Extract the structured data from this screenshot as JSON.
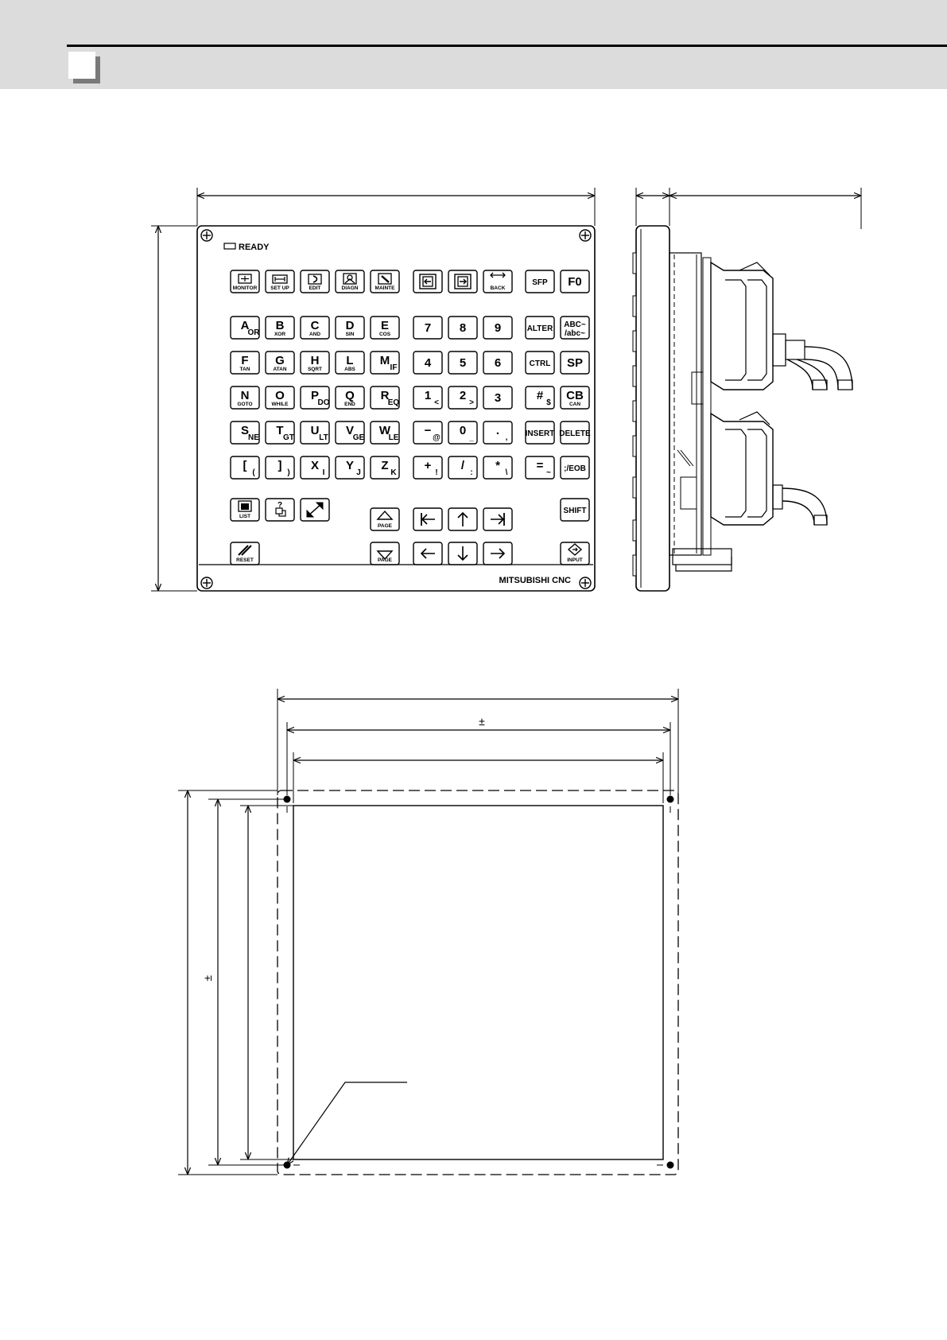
{
  "panel": {
    "ready_label": "READY",
    "brand": "MITSUBISHI CNC"
  },
  "tolerance_symbol": "±",
  "keys": [
    {
      "id": "monitor",
      "main": "",
      "sub": "MONITOR",
      "icon": "monitor-icon"
    },
    {
      "id": "setup",
      "main": "",
      "sub": "SET UP",
      "icon": "setup-icon"
    },
    {
      "id": "edit",
      "main": "",
      "sub": "EDIT",
      "icon": "edit-icon"
    },
    {
      "id": "diagn",
      "main": "",
      "sub": "DIAGN",
      "icon": "diagnosis-icon"
    },
    {
      "id": "mainte",
      "main": "",
      "sub": "MAINTE",
      "icon": "wrench-icon"
    },
    {
      "id": "window-left",
      "main": "",
      "sub": "",
      "icon": "window-left-icon"
    },
    {
      "id": "window-right",
      "main": "",
      "sub": "",
      "icon": "window-right-icon"
    },
    {
      "id": "back",
      "main": "",
      "sub": "BACK",
      "icon": "back-arrows-icon"
    },
    {
      "id": "sfp",
      "main": "SFP",
      "sub": ""
    },
    {
      "id": "f0",
      "main": "F0",
      "sub": ""
    },
    {
      "id": "a",
      "main": "A",
      "sub": "OR"
    },
    {
      "id": "b",
      "main": "B",
      "sub": "XOR"
    },
    {
      "id": "c",
      "main": "C",
      "sub": "AND"
    },
    {
      "id": "d",
      "main": "D",
      "sub": "SIN"
    },
    {
      "id": "e",
      "main": "E",
      "sub": "COS"
    },
    {
      "id": "7",
      "main": "7",
      "sub": ""
    },
    {
      "id": "8",
      "main": "8",
      "sub": ""
    },
    {
      "id": "9",
      "main": "9",
      "sub": ""
    },
    {
      "id": "alter",
      "main": "ALTER",
      "sub": ""
    },
    {
      "id": "abc",
      "main": "ABC~",
      "sub": "/abc~"
    },
    {
      "id": "f",
      "main": "F",
      "sub": "TAN"
    },
    {
      "id": "g",
      "main": "G",
      "sub": "ATAN"
    },
    {
      "id": "h",
      "main": "H",
      "sub": "SQRT"
    },
    {
      "id": "l",
      "main": "L",
      "sub": "ABS"
    },
    {
      "id": "m",
      "main": "M",
      "sub": "IF"
    },
    {
      "id": "4",
      "main": "4",
      "sub": ""
    },
    {
      "id": "5",
      "main": "5",
      "sub": ""
    },
    {
      "id": "6",
      "main": "6",
      "sub": ""
    },
    {
      "id": "ctrl",
      "main": "CTRL",
      "sub": ""
    },
    {
      "id": "sp",
      "main": "SP",
      "sub": ""
    },
    {
      "id": "n",
      "main": "N",
      "sub": "GOTO"
    },
    {
      "id": "o",
      "main": "O",
      "sub": "WHILE"
    },
    {
      "id": "p",
      "main": "P",
      "sub": "DO"
    },
    {
      "id": "q",
      "main": "Q",
      "sub": "END"
    },
    {
      "id": "r",
      "main": "R",
      "sub": "EQ"
    },
    {
      "id": "1",
      "main": "1",
      "sub": "<"
    },
    {
      "id": "2",
      "main": "2",
      "sub": ">"
    },
    {
      "id": "3",
      "main": "3",
      "sub": ""
    },
    {
      "id": "hash",
      "main": "#",
      "sub": "$"
    },
    {
      "id": "cb-can",
      "main": "CB",
      "sub": "CAN"
    },
    {
      "id": "s",
      "main": "S",
      "sub": "NE"
    },
    {
      "id": "t",
      "main": "T",
      "sub": "GT"
    },
    {
      "id": "u",
      "main": "U",
      "sub": "LT"
    },
    {
      "id": "v",
      "main": "V",
      "sub": "GE"
    },
    {
      "id": "w",
      "main": "W",
      "sub": "LE"
    },
    {
      "id": "minus",
      "main": "−",
      "sub": "@"
    },
    {
      "id": "0",
      "main": "0",
      "sub": "_"
    },
    {
      "id": "dot",
      "main": ".",
      "sub": ","
    },
    {
      "id": "insert",
      "main": "INSERT",
      "sub": ""
    },
    {
      "id": "delete",
      "main": "DELETE",
      "sub": ""
    },
    {
      "id": "lbracket",
      "main": "[",
      "sub": "("
    },
    {
      "id": "rbracket",
      "main": "]",
      "sub": ")"
    },
    {
      "id": "x",
      "main": "X",
      "sub": "I"
    },
    {
      "id": "y",
      "main": "Y",
      "sub": "J"
    },
    {
      "id": "z",
      "main": "Z",
      "sub": "K"
    },
    {
      "id": "plus",
      "main": "+",
      "sub": "!"
    },
    {
      "id": "slash",
      "main": "/",
      "sub": ":"
    },
    {
      "id": "asterisk",
      "main": "*",
      "sub": "\\"
    },
    {
      "id": "equals",
      "main": "=",
      "sub": "~"
    },
    {
      "id": "eob",
      "main": ";/EOB",
      "sub": ""
    },
    {
      "id": "list",
      "main": "",
      "sub": "LIST",
      "icon": "list-icon"
    },
    {
      "id": "help",
      "main": "?",
      "sub": "",
      "icon": "help-icon"
    },
    {
      "id": "resize",
      "main": "",
      "sub": "",
      "icon": "resize-arrow-icon"
    },
    {
      "id": "page-up",
      "main": "",
      "sub": "PAGE",
      "icon": "triangle-up-icon"
    },
    {
      "id": "home",
      "main": "",
      "sub": "",
      "icon": "jump-left-icon"
    },
    {
      "id": "up",
      "main": "",
      "sub": "",
      "icon": "arrow-up-icon"
    },
    {
      "id": "end",
      "main": "",
      "sub": "",
      "icon": "jump-right-icon"
    },
    {
      "id": "shift",
      "main": "SHIFT",
      "sub": ""
    },
    {
      "id": "reset",
      "main": "",
      "sub": "RESET",
      "icon": "reset-icon"
    },
    {
      "id": "page-down",
      "main": "",
      "sub": "PAGE",
      "icon": "triangle-down-icon"
    },
    {
      "id": "left",
      "main": "",
      "sub": "",
      "icon": "arrow-left-icon"
    },
    {
      "id": "down",
      "main": "",
      "sub": "",
      "icon": "arrow-down-icon"
    },
    {
      "id": "right",
      "main": "",
      "sub": "",
      "icon": "arrow-right-icon"
    },
    {
      "id": "input",
      "main": "",
      "sub": "INPUT",
      "icon": "input-icon"
    }
  ]
}
